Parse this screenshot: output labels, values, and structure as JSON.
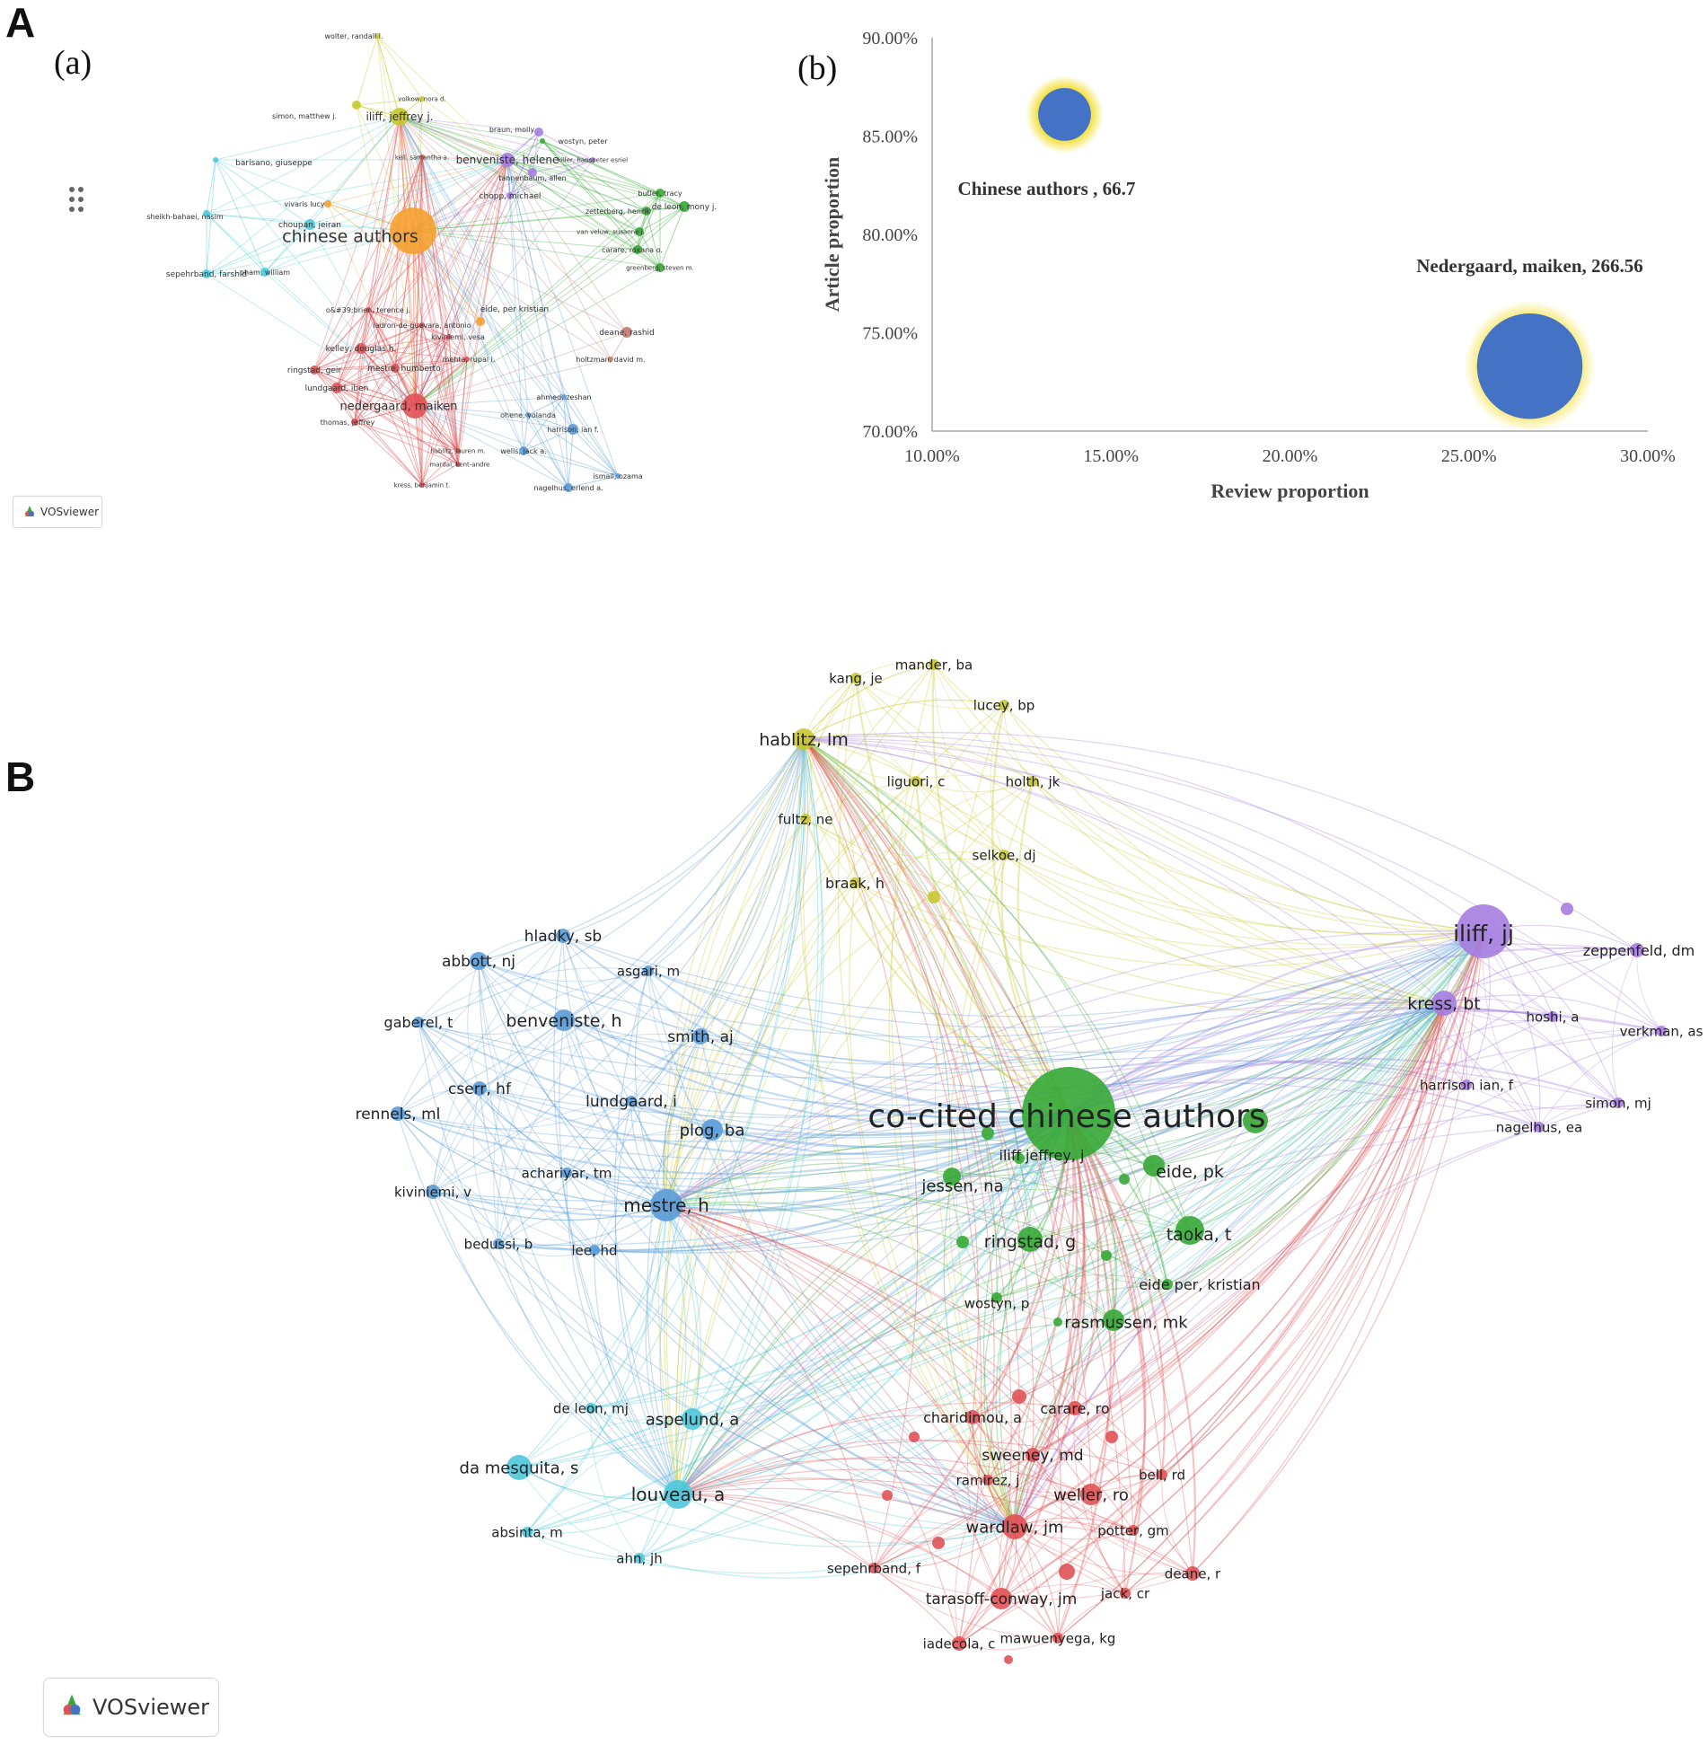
{
  "panels": {
    "A": "A",
    "B": "B",
    "a": "(a)",
    "b": "(b)"
  },
  "brand": {
    "label": "VOSviewer"
  },
  "colors": {
    "red": "#e05256",
    "green": "#36a836",
    "blue": "#5a9bd8",
    "cyan": "#4fc8dc",
    "yellow": "#c8c830",
    "purple": "#a57de0",
    "orange": "#f5a030",
    "pink": "#d070c8",
    "brown": "#c07a6a",
    "bubble": "#4472c4",
    "halo": "#f4e24a"
  },
  "chart_data": [
    {
      "type": "network",
      "panel": "(a)",
      "clusters": {
        "orange": [
          "chinese authors",
          "vivaris lucy",
          "eide, per kristian"
        ],
        "yellow": [
          "iliff, jeffrey j.",
          "wolter, randall l.",
          "simon, matthew j.",
          "volkow, nora d."
        ],
        "purple": [
          "benveniste, helene",
          "braun, molly",
          "tannenbaum, allen",
          "chopp, michael",
          "killer, hanspeter esriel"
        ],
        "green": [
          "de leon, mony j.",
          "butler, tracy",
          "zetterberg, henrik",
          "van veluw, susanne j.",
          "carare, roxana o.",
          "greenberg, steven m.",
          "wostyn, peter"
        ],
        "cyan": [
          "barisano, giuseppe",
          "sheikh-bahaei, nasim",
          "choupan, jeiran",
          "sepehrband, farshid",
          "pham, william"
        ],
        "red": [
          "nedergaard, maiken",
          "kelley, douglas h.",
          "mestre, humberto",
          "lundgaard, iben",
          "ringstad, geir",
          "thomas, jeffrey",
          "o&#39;brien, terence j.",
          "ladron-de-guevara, antonio",
          "kiviniemi, vesa",
          "mehta, rupal i.",
          "hablitz, lauren m.",
          "mardal, kent-andre",
          "kress, benjamin t.",
          "keil, samantha a."
        ],
        "brown": [
          "deane, rashid",
          "holtzman, david m."
        ],
        "blue": [
          "ahmed, zeshan",
          "ohene, yolanda",
          "harrison, ian f.",
          "wells, jack a.",
          "ismail, ozama",
          "nagelhus, erlend a."
        ]
      }
    },
    {
      "type": "scatter",
      "panel": "(b)",
      "xlabel": "Review proportion",
      "ylabel": "Article proportion",
      "xticks": [
        "10.00%",
        "15.00%",
        "20.00%",
        "25.00%",
        "30.00%"
      ],
      "yticks": [
        "90.00%",
        "85.00%",
        "80.00%",
        "75.00%",
        "70.00%"
      ],
      "xlim": [
        10,
        30
      ],
      "ylim": [
        70,
        90
      ],
      "points": [
        {
          "label": "Chinese authors , 66.7",
          "x": 13.7,
          "y": 86.1,
          "size": 66.7
        },
        {
          "label": "Nedergaard, maiken, 266.56",
          "x": 26.7,
          "y": 73.3,
          "size": 266.56
        }
      ]
    },
    {
      "type": "network",
      "panel": "B",
      "nodes": {
        "green": [
          "co-cited chinese authors",
          "iliff jeffrey, j",
          "jessen, na",
          "eide, pk",
          "taoka, t",
          "ringstad, g",
          "eide per, kristian",
          "wostyn, p",
          "rasmussen, mk"
        ],
        "yellow": [
          "mander, ba",
          "kang, je",
          "lucey, bp",
          "hablitz, lm",
          "liguori, c",
          "holth, jk",
          "fultz, ne",
          "selkoe, dj",
          "braak, h"
        ],
        "purple": [
          "iliff, jj",
          "zeppenfeld, dm",
          "kress, bt",
          "hoshi, a",
          "verkman, as",
          "harrison ian, f",
          "simon, mj",
          "nagelhus, ea"
        ],
        "blue": [
          "hladky, sb",
          "abbott, nj",
          "asgari, m",
          "gaberel, t",
          "benveniste, h",
          "smith, aj",
          "cserr, hf",
          "rennels, ml",
          "lundgaard, i",
          "plog, ba",
          "achariyar, tm",
          "kiviniemi, v",
          "mestre, h",
          "bedussi, b",
          "lee, hd"
        ],
        "cyan": [
          "de leon, mj",
          "aspelund, a",
          "da mesquita, s",
          "louveau, a",
          "absinta, m",
          "ahn, jh"
        ],
        "red": [
          "charidimou, a",
          "carare, ro",
          "sweeney, md",
          "ramirez, j",
          "bell, rd",
          "weller, ro",
          "wardlaw, jm",
          "potter, gm",
          "sepehrband, f",
          "deane, r",
          "jack, cr",
          "tarasoff-conway, jm",
          "iadecola, c",
          "mawuenyega, kg"
        ]
      }
    }
  ]
}
